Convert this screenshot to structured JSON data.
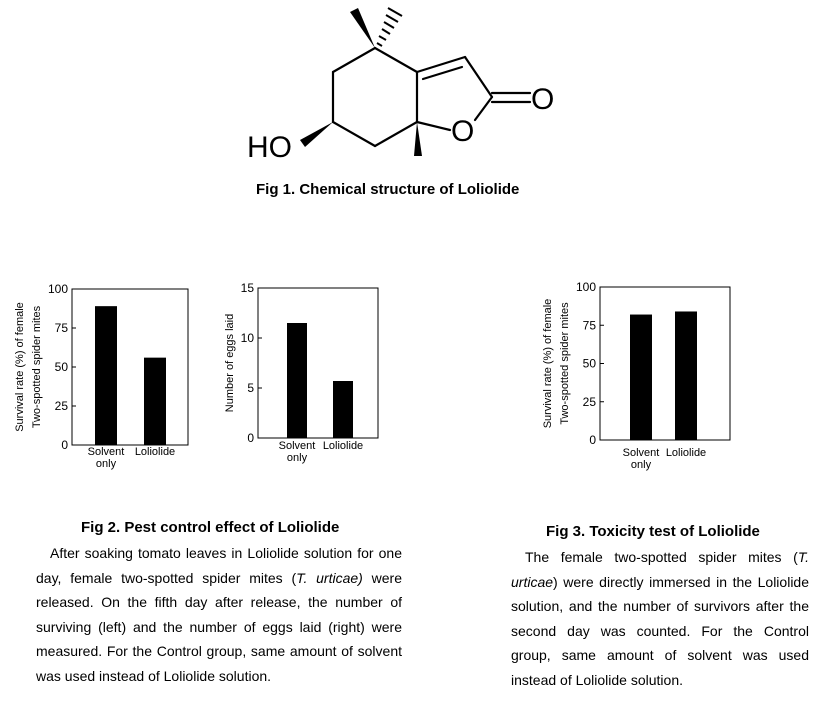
{
  "fig1": {
    "caption": "Fig 1. Chemical structure of Loliolide",
    "structure": {
      "hydroxyl_label": "HO",
      "ring_oxygen_label": "O",
      "carbonyl_oxygen_label": "O"
    }
  },
  "fig2": {
    "caption": "Fig 2. Pest control effect of Loliolide",
    "description": {
      "part1": "After soaking tomato leaves in Loliolide solution for one day, female two-spotted spider mites (",
      "species": "T. urticae)",
      "part2": " were released. On the fifth day after release, the number of surviving (left) and the number of eggs laid (right) were measured. For the Control group, same amount of solvent was used instead of Loliolide solution."
    }
  },
  "fig3": {
    "caption": "Fig 3. Toxicity test of Loliolide",
    "description": {
      "part1": "The female two-spotted spider mites (",
      "species": "T. urticae",
      "part2": ") were directly immersed in the Loliolide solution, and the number of survivors after the second day was counted. For the Control group, same amount of solvent was used instead of Loliolide solution."
    }
  },
  "chart_data": [
    {
      "id": "fig2-survival",
      "type": "bar",
      "categories": [
        [
          "Solvent",
          "only"
        ],
        [
          "Loliolide"
        ]
      ],
      "values": [
        89,
        56
      ],
      "ylabel": [
        "Survival rate (%) of female",
        "Two-spotted spider mites"
      ],
      "ylim": [
        0,
        100
      ],
      "yticks": [
        0,
        25,
        50,
        75,
        100
      ],
      "grid": false,
      "bar_color": "#000000"
    },
    {
      "id": "fig2-eggs",
      "type": "bar",
      "categories": [
        [
          "Solvent",
          "only"
        ],
        [
          "Loliolide"
        ]
      ],
      "values": [
        11.5,
        5.7
      ],
      "ylabel": [
        "Number of eggs laid"
      ],
      "ylim": [
        0,
        15
      ],
      "yticks": [
        0,
        5,
        10,
        15
      ],
      "grid": false,
      "bar_color": "#000000"
    },
    {
      "id": "fig3-survival",
      "type": "bar",
      "categories": [
        [
          "Solvent",
          "only"
        ],
        [
          "Loliolide"
        ]
      ],
      "values": [
        82,
        84
      ],
      "ylabel": [
        "Survival rate (%) of female",
        "Two-spotted spider mites"
      ],
      "ylim": [
        0,
        100
      ],
      "yticks": [
        0,
        25,
        50,
        75,
        100
      ],
      "grid": false,
      "bar_color": "#000000"
    }
  ]
}
